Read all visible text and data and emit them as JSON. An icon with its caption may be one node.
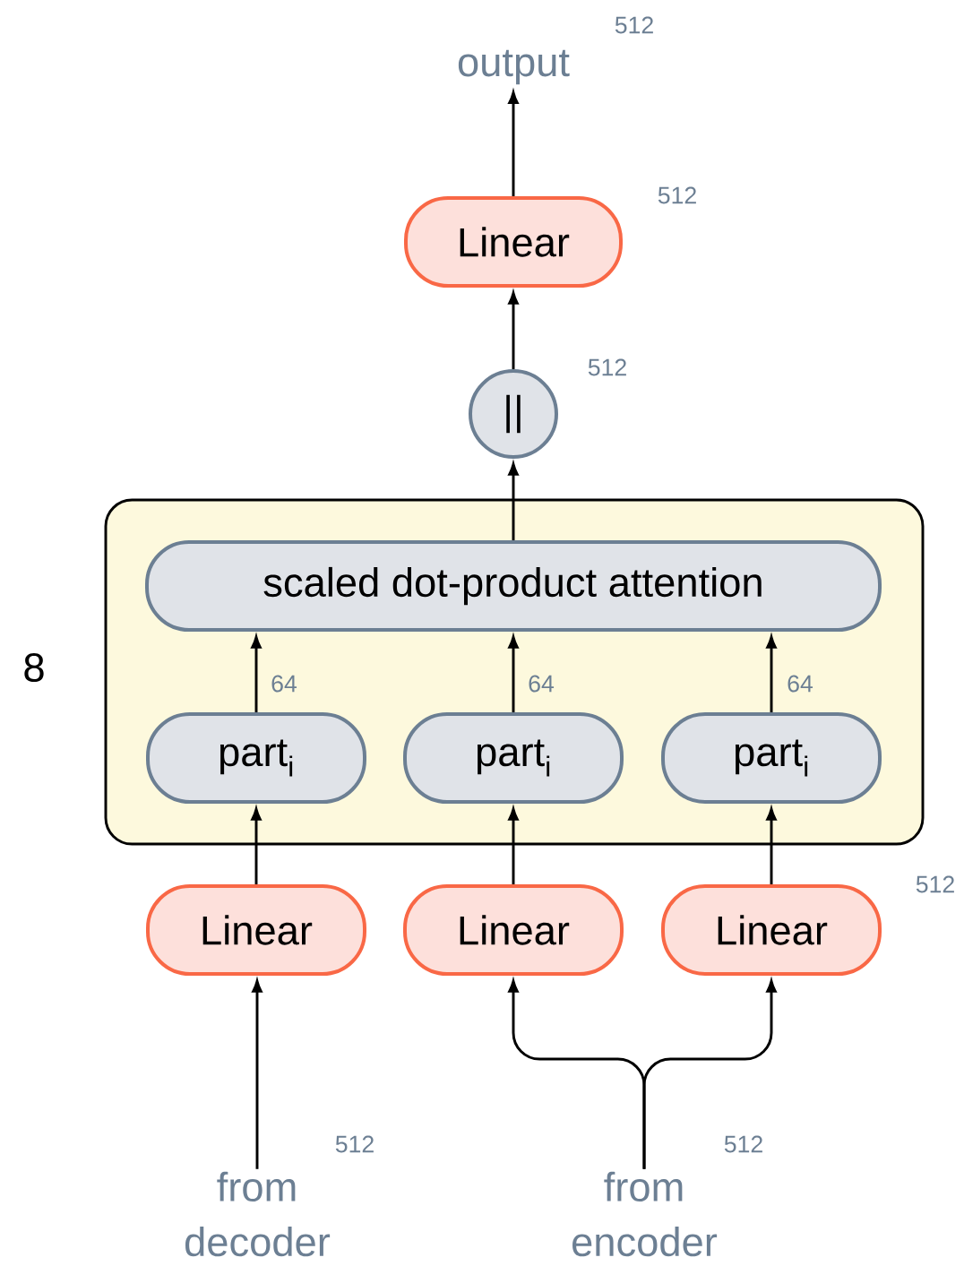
{
  "diagram": {
    "nodes": [
      {
        "text": [
          "output"
        ]
      },
      {
        "text": [
          "Linear"
        ]
      },
      {
        "text": [
          "||"
        ]
      },
      {
        "text": [],
        "shape": "box",
        "beside": [
          "8"
        ]
      },
      {
        "text": [
          "scaled dot-product attention"
        ],
        "in": 3
      },
      {
        "text": [
          "part$_{i}$"
        ],
        "in": 3
      },
      {
        "text": [
          "part$_{i}$"
        ],
        "in": 3
      },
      {
        "text": [
          "part$_{i}$"
        ],
        "in": 3
      },
      {
        "text": [
          "Linear"
        ]
      },
      {
        "text": [
          "Linear"
        ]
      },
      {
        "text": [
          "Linear"
        ]
      },
      {
        "text": [
          "from decoder"
        ]
      },
      {
        "text": [
          "from encoder"
        ]
      }
    ],
    "edges": [
      {
        "from": 1,
        "to": 0,
        "arrow": "to"
      },
      {
        "from": 2,
        "to": 1,
        "arrow": "to"
      },
      {
        "from": 4,
        "to": 2,
        "arrow": "to"
      },
      {
        "from": 5,
        "to": 4,
        "arrow": "to"
      },
      {
        "from": 6,
        "to": 4,
        "arrow": "to"
      },
      {
        "from": 7,
        "to": 4,
        "arrow": "to"
      },
      {
        "from": 8,
        "to": 5,
        "arrow": "to"
      },
      {
        "from": 9,
        "to": 6,
        "arrow": "to"
      },
      {
        "from": 10,
        "to": 7,
        "arrow": "to"
      },
      {
        "from": 11,
        "to": 8,
        "arrow": "to"
      },
      {
        "from": 12,
        "to": 9,
        "arrow": "to"
      },
      {
        "from": 12,
        "to": 10,
        "arrow": "to"
      }
    ],
    "labels": [
      "512",
      "512",
      "512",
      "64",
      "64",
      "64",
      "512",
      "512",
      "512"
    ]
  }
}
